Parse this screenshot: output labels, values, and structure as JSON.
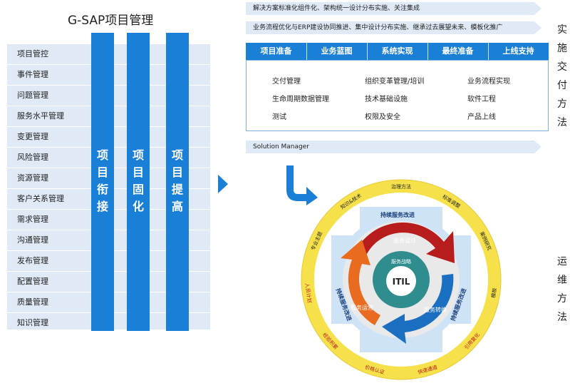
{
  "left": {
    "title": "G-SAP项目管理",
    "items": [
      "项目管控",
      "事件管理",
      "问题管理",
      "服务水平管理",
      "变更管理",
      "风险管理",
      "资源管理",
      "客户关系管理",
      "需求管理",
      "沟通管理",
      "发布管理",
      "配置管理",
      "质量管理",
      "知识管理"
    ],
    "bars": [
      "项目衔接",
      "项目固化",
      "项目提高"
    ]
  },
  "right": {
    "banner1": "解决方案标准化组件化、架构统一设计分布实施、关注集成",
    "banner2": "业务流程优化与ERP建设协同推进、集中设计分布实施、继承过去展望未来、模板化推广",
    "phases": [
      "项目准备",
      "业务蓝图",
      "系统实现",
      "最终准备",
      "上线支持"
    ],
    "tasks": [
      [
        "交付管理",
        "组织变革管理/培训",
        "业务流程实现"
      ],
      [
        "生命周期数据管理",
        "技术基础设施",
        "软件工程"
      ],
      [
        "测试",
        "权限及安全",
        "产品上线"
      ]
    ],
    "solution_manager": "Solution Manager",
    "side_top": "实施交付方法",
    "side_bottom": "运维方法"
  },
  "cycle": {
    "outer_ring": [
      "治理方法",
      "标准调整",
      "案例研究",
      "模板",
      "引用复化",
      "快速通道",
      "价格认证",
      "经验积累",
      "人员计划",
      "专业主题",
      "知识&技术"
    ],
    "middle": {
      "top": "持续服务改进",
      "left": "持续服务改进",
      "right": "持续服务改进"
    },
    "inner": {
      "design": "服务设计",
      "strategy": "服务战略",
      "operation": "服务运营",
      "transition": "服务转换",
      "center": "ITIL"
    }
  },
  "colors": {
    "primary": "#1a7fd6",
    "light": "#dfeaf6",
    "yellow": "#f7e14a",
    "red": "#b81d1d",
    "orange": "#e86b1f",
    "blue": "#1a6fc0",
    "teal": "#2f8d8d"
  }
}
